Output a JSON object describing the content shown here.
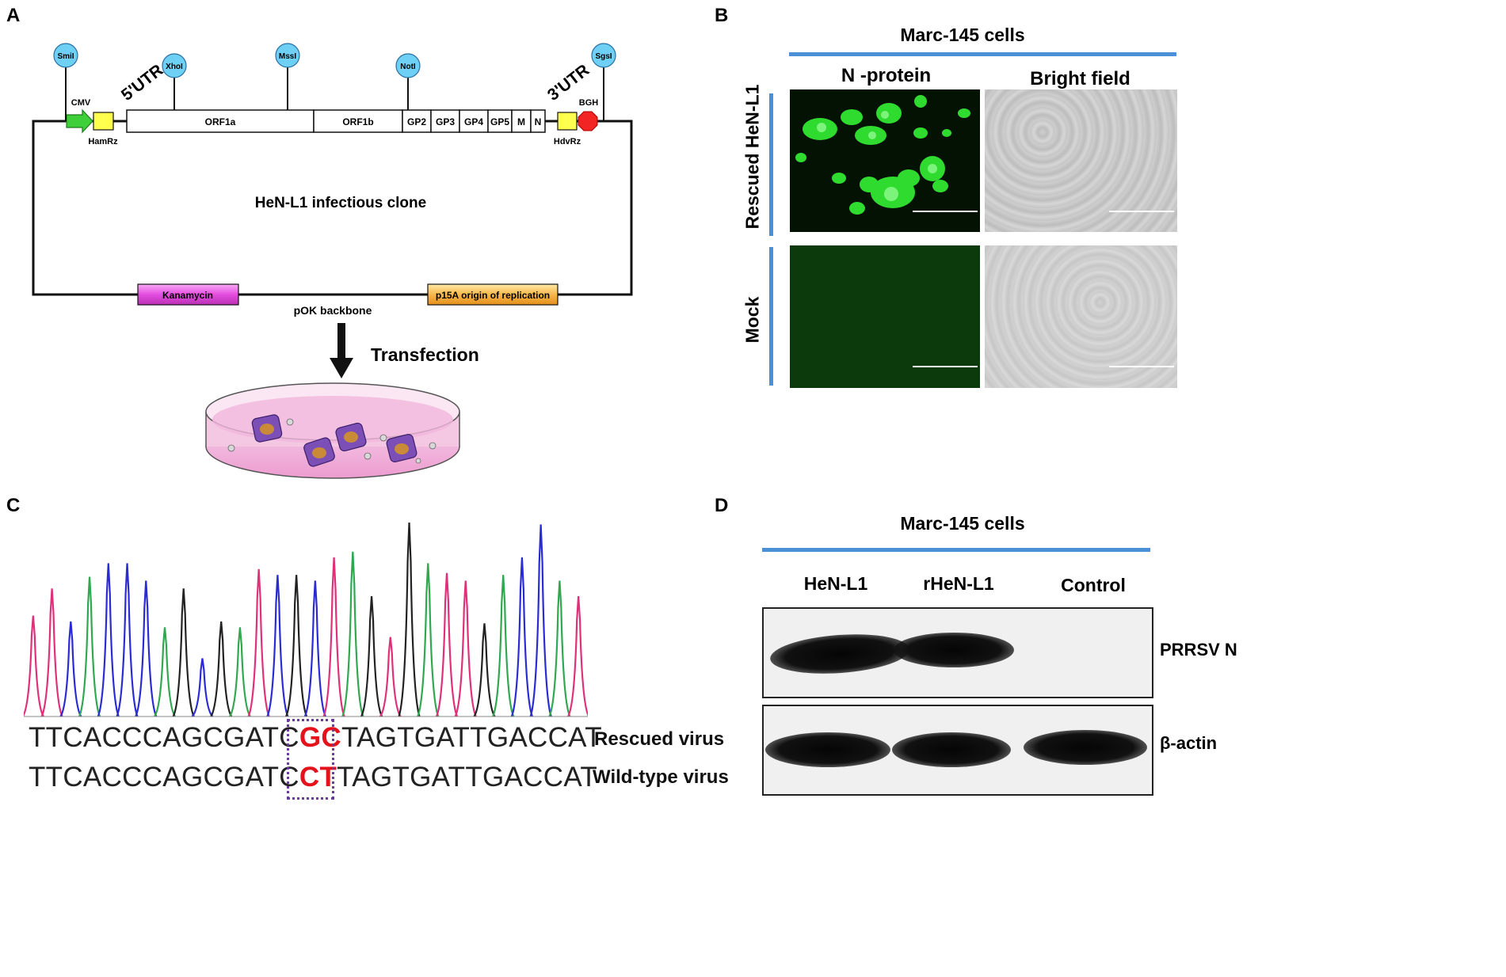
{
  "panels": {
    "a": "A",
    "b": "B",
    "c": "C",
    "d": "D"
  },
  "panel_a": {
    "sites": [
      "SmiI",
      "XhoI",
      "MssI",
      "NotI",
      "SgsI"
    ],
    "utr5": "5'UTR",
    "utr3": "3'UTR",
    "cmv": "CMV",
    "hamrz": "HamRz",
    "hdvrz": "HdvRz",
    "bgh": "BGH",
    "genes": [
      "ORF1a",
      "ORF1b",
      "GP2",
      "GP3",
      "GP4",
      "GP5",
      "M",
      "N"
    ],
    "clone_name": "HeN-L1 infectious clone",
    "kanamycin": "Kanamycin",
    "origin": "p15A origin of replication",
    "backbone": "pOK backbone",
    "transfection": "Transfection"
  },
  "panel_b": {
    "title": "Marc-145 cells",
    "col1": "N -protein",
    "col2": "Bright field",
    "row1": "Rescued HeN-L1",
    "row2": "Mock"
  },
  "panel_c": {
    "seq1_pre": "TTCACCCAGCGATC",
    "seq1_mut": "GC",
    "seq1_post": "TAGTGATTGACCAT",
    "seq1_label": "Rescued virus",
    "seq2_pre": "TTCACCCAGCGATC",
    "seq2_mut": "CT",
    "seq2_post": "TAGTGATTGACCAT",
    "seq2_label": "Wild-type virus"
  },
  "panel_d": {
    "title": "Marc-145 cells",
    "lanes": [
      "HeN-L1",
      "rHeN-L1",
      "Control"
    ],
    "blot1_label": "PRRSV N",
    "blot2_label": "β-actin"
  },
  "colors": {
    "accent_blue": "#4a90d6",
    "mutation_red": "#e3121b",
    "box_purple": "#6a3d9a",
    "fluorescence_green": "#2ee62e"
  }
}
